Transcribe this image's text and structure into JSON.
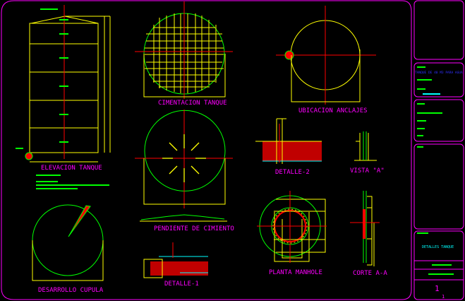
{
  "drawing": {
    "views": {
      "elevacion": "ELEVACION TANQUE",
      "cimentacion": "CIMENTACION TANQUE",
      "ubicacion": "UBICACION ANCLAJES",
      "detalle2": "DETALLE-2",
      "vista_a": "VISTA \"A\"",
      "pendiente": "PENDIENTE DE CIMIENTO",
      "planta_manhole": "PLANTA MANHOLE",
      "corte": "CORTE A-A",
      "detalle1": "DETALLE-1",
      "desarrollo": "DESARROLLO CUPULA"
    }
  },
  "title_block": {
    "project": "TANQUE DE 40 M3 PARA AGUA",
    "content": "DETALLES TANQUE",
    "sheet_num": "1",
    "sheet_total": "1"
  },
  "colors": {
    "background": "#000000",
    "frame": "#ff00ff",
    "geometry": "#ffff00",
    "annotation": "#00ff00",
    "axis": "#ff0000",
    "project_text": "#0000ff",
    "content_text": "#00ffff"
  }
}
